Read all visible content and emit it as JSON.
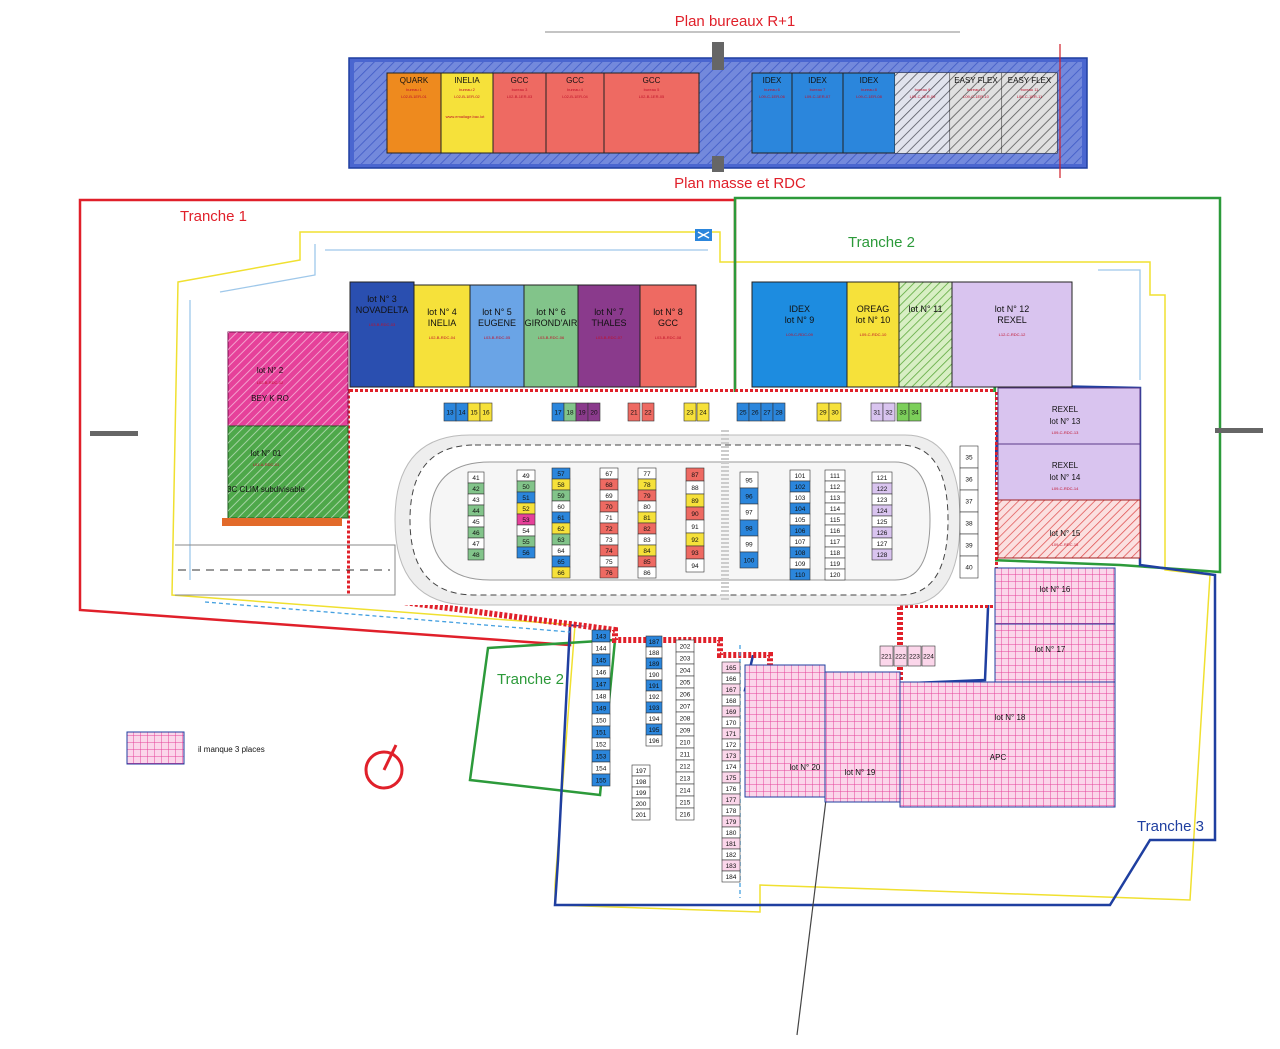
{
  "titles": {
    "upper_floor": "Plan bureaux R+1",
    "ground_floor": "Plan masse et RDC"
  },
  "tranches": [
    {
      "label": "Tranche 1",
      "color": "#e0202a"
    },
    {
      "label": "Tranche 2",
      "color": "#2c9a3a"
    },
    {
      "label": "Tranche 2",
      "color": "#2c9a3a"
    },
    {
      "label": "Tranche 3",
      "color": "#1f3fa0"
    }
  ],
  "upper_floor_offices": [
    {
      "num": "bureau 1",
      "name": "QUARK",
      "ref": "L02-B-1ER-01",
      "color": "#ee8a1e"
    },
    {
      "num": "bureau 2",
      "name": "INELIA",
      "ref": "L02-B-1ER-02",
      "color": "#f6e13a"
    },
    {
      "num": "bureau 3",
      "name": "GCC",
      "ref": "L02-B-1ER-03",
      "color": "#ee6a62"
    },
    {
      "num": "bureau 4",
      "name": "GCC",
      "ref": "L02-B-1ER-04",
      "color": "#ee6a62"
    },
    {
      "num": "bureau 5",
      "name": "GCC",
      "ref": "L02-B-1ER-05",
      "color": "#ee6a62"
    },
    {
      "num": "bureau 6",
      "name": "IDEX",
      "ref": "L09-C-1ER-06",
      "color": "#2b86dc"
    },
    {
      "num": "bureau 7",
      "name": "IDEX",
      "ref": "L09-C-1ER-07",
      "color": "#2b86dc"
    },
    {
      "num": "bureau 8",
      "name": "IDEX",
      "ref": "L09-C-1ER-08",
      "color": "#2b86dc"
    },
    {
      "num": "bureau 9",
      "name": "",
      "ref": "L09-C-1ER-09",
      "color": "#4a5fc0"
    },
    {
      "num": "bureau 10",
      "name": "EASY FLEX",
      "ref": "L09-C-1ER-10",
      "color": "#777777"
    },
    {
      "num": "bureau 11",
      "name": "EASY FLEX",
      "ref": "L09-C-1ER-11",
      "color": "#777777"
    }
  ],
  "upper_floor_note": "www.emailage.bac.lot",
  "ground_lots": [
    {
      "lot": "lot N° 3",
      "name": "NOVADELTA",
      "ref": "L03-B-RDC-03",
      "color": "#2a4fb0"
    },
    {
      "lot": "lot N° 4",
      "name": "INELIA",
      "ref": "L02-B-RDC-04",
      "color": "#f6e13a"
    },
    {
      "lot": "lot N° 5",
      "name": "EUGENE",
      "ref": "L03-B-RDC-05",
      "color": "#6aa4e6"
    },
    {
      "lot": "lot N° 6",
      "name": "GIROND'AIR",
      "ref": "L03-B-RDC-06",
      "color": "#82c48a"
    },
    {
      "lot": "lot N° 7",
      "name": "THALES",
      "ref": "L03-B-RDC-07",
      "color": "#8a3a8c"
    },
    {
      "lot": "lot N° 8",
      "name": "GCC",
      "ref": "L03-B-RDC-08",
      "color": "#ee6a62"
    },
    {
      "lot": "IDEX",
      "name": "lot N° 9",
      "ref": "L09-C-RDC-09",
      "color": "#1d8ce0"
    },
    {
      "lot": "OREAG",
      "name": "lot N° 10",
      "ref": "L09-C-RDC-10",
      "color": "#f6e13a"
    },
    {
      "lot": "lot N° 11",
      "name": "",
      "ref": "",
      "color": "#7ccf5a"
    },
    {
      "lot": "lot N° 12",
      "name": "REXEL",
      "ref": "L12-C-RDC-12",
      "color": "#d9c4ef"
    },
    {
      "lot": "lot N° 13",
      "name": "REXEL",
      "ref": "L09-C-RDC-13",
      "color": "#d9c4ef"
    },
    {
      "lot": "lot N° 14",
      "name": "REXEL",
      "ref": "L09-C-RDC-14",
      "color": "#d9c4ef"
    },
    {
      "lot": "lot N° 15",
      "name": "",
      "ref": "L09-C-RDC-15",
      "color": "#f2a0a0"
    },
    {
      "lot": "lot N° 2",
      "name": "BEY K RO",
      "ref": "L02-B-RDC-02",
      "color": "#e6419a"
    },
    {
      "lot": "lot N° 01",
      "name": "3C CLIM subdivisable",
      "ref": "L01-A-RDC-01",
      "color": "#4ea84a"
    }
  ],
  "tranche3_lots": [
    {
      "lot": "lot N° 16",
      "name": ""
    },
    {
      "lot": "lot N° 17",
      "name": ""
    },
    {
      "lot": "lot N° 18",
      "name": "APC"
    },
    {
      "lot": "lot N° 19",
      "name": ""
    },
    {
      "lot": "lot N° 20",
      "name": ""
    }
  ],
  "parking_top": [
    "13",
    "14",
    "15",
    "16",
    "17",
    "18",
    "19",
    "20",
    "21",
    "22",
    "23",
    "24",
    "25",
    "26",
    "27",
    "28",
    "29",
    "30",
    "31",
    "32",
    "33",
    "34"
  ],
  "parking_col_a": [
    "41",
    "42",
    "43",
    "44",
    "45",
    "46",
    "47",
    "48"
  ],
  "parking_col_b": [
    "49",
    "50",
    "51",
    "52",
    "53",
    "54",
    "55",
    "56"
  ],
  "parking_col_c": [
    "57",
    "58",
    "59",
    "60",
    "61",
    "62",
    "63",
    "64",
    "65",
    "66"
  ],
  "parking_col_d": [
    "67",
    "68",
    "69",
    "70",
    "71",
    "72",
    "73",
    "74",
    "75",
    "76"
  ],
  "parking_col_e": [
    "77",
    "78",
    "79",
    "80",
    "81",
    "82",
    "83",
    "84",
    "85",
    "86"
  ],
  "parking_col_f": [
    "87",
    "88",
    "89",
    "90",
    "91",
    "92",
    "93",
    "94"
  ],
  "parking_col_g": [
    "95",
    "96",
    "97",
    "98",
    "99",
    "100"
  ],
  "parking_col_h": [
    "101",
    "102",
    "103",
    "104",
    "105",
    "106",
    "107",
    "108",
    "109",
    "110"
  ],
  "parking_col_i": [
    "111",
    "112",
    "113",
    "114",
    "115",
    "116",
    "117",
    "118",
    "119",
    "120"
  ],
  "parking_col_j": [
    "121",
    "122",
    "123",
    "124",
    "125",
    "126",
    "127",
    "128"
  ],
  "parking_right": [
    "35",
    "36",
    "37",
    "38",
    "39",
    "40"
  ],
  "parking_south_a": [
    "143",
    "144",
    "145",
    "146",
    "147",
    "148",
    "149",
    "150",
    "151",
    "152",
    "153",
    "154",
    "155"
  ],
  "parking_south_b": [
    "187",
    "188",
    "189",
    "190",
    "191",
    "192",
    "193",
    "194",
    "195",
    "196"
  ],
  "parking_south_c": [
    "202",
    "203",
    "204",
    "205",
    "206",
    "207",
    "208",
    "209",
    "210",
    "211",
    "212",
    "213",
    "214",
    "215",
    "216"
  ],
  "parking_south_d": [
    "165",
    "166",
    "167",
    "168",
    "169",
    "170",
    "171",
    "172",
    "173",
    "174",
    "175",
    "176",
    "177",
    "178",
    "179",
    "180",
    "181",
    "182",
    "183",
    "184"
  ],
  "parking_south_e": [
    "197",
    "198",
    "199",
    "200",
    "201"
  ],
  "parking_south_f": [
    "221",
    "222",
    "223",
    "224"
  ],
  "legend": {
    "text": "il manque 3 places",
    "color": "#e6419a"
  }
}
